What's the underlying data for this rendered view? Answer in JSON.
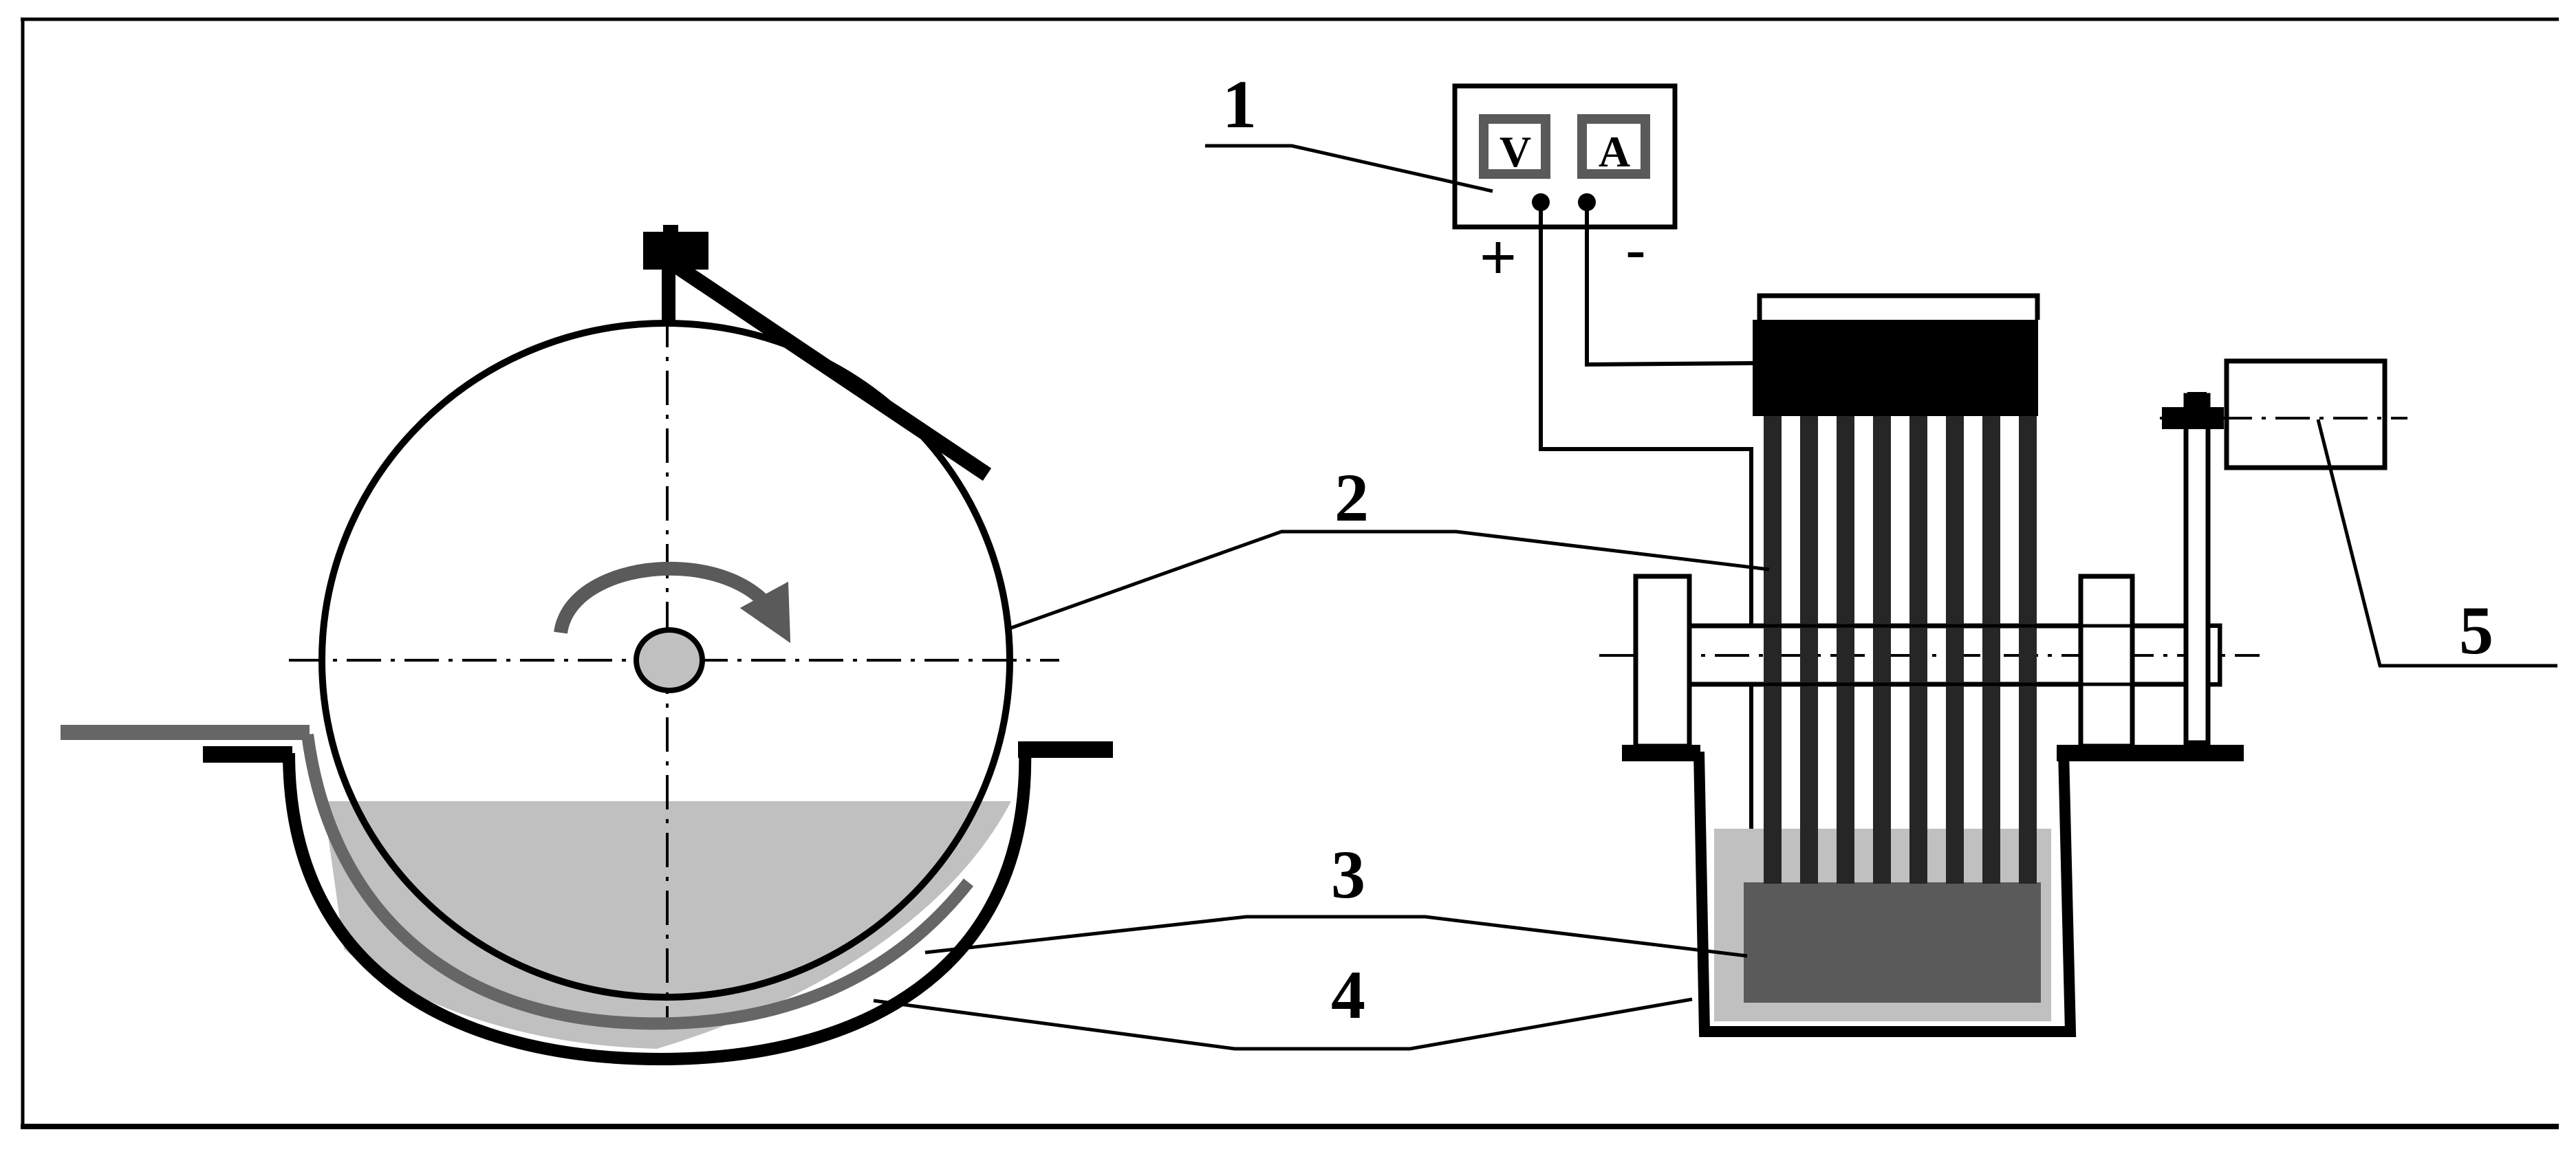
{
  "diagram": {
    "labels": [
      {
        "id": "1",
        "text": "1"
      },
      {
        "id": "2",
        "text": "2"
      },
      {
        "id": "3",
        "text": "3"
      },
      {
        "id": "4",
        "text": "4"
      },
      {
        "id": "5",
        "text": "5"
      }
    ],
    "meters": {
      "voltmeter": "V",
      "ammeter": "A"
    },
    "polarity": {
      "plus": "+",
      "minus": "-"
    },
    "colors": {
      "line": "#000000",
      "liquid": "#c0c0c0",
      "electrode": "#5a5a5a",
      "strip": "#666666",
      "plates": "#262626"
    },
    "rotation_arrow_icon": "curved-arrow-icon"
  }
}
